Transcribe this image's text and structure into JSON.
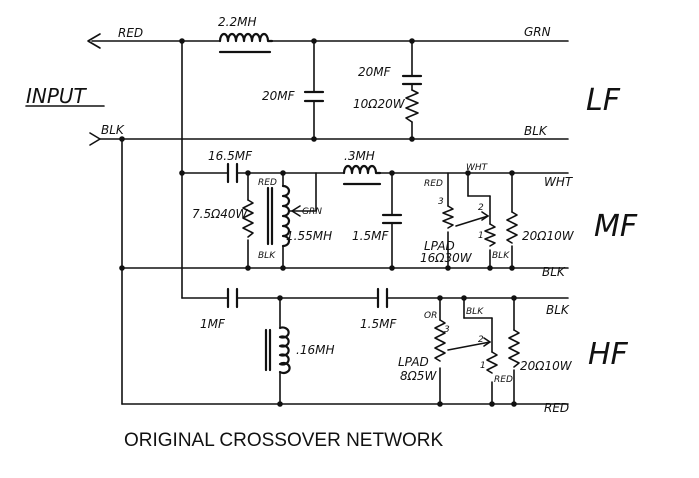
{
  "labels": {
    "input": "INPUT",
    "red_in": "RED",
    "blk_in": "BLK",
    "lf": "LF",
    "mf": "MF",
    "hf": "HF",
    "grn_out": "GRN",
    "blk_lf_out": "BLK",
    "wht_out": "WHT",
    "blk_mf_out": "BLK",
    "blk_hf_top": "BLK",
    "red_hf_out": "RED"
  },
  "components": {
    "l_lf": "2.2MH",
    "c_lf_shunt": "20MF",
    "c_lf_zobel": "20MF",
    "r_lf_zobel": "10Ω20W",
    "c_mf_series": "16.5MF",
    "r_mf_shunt": "7.5Ω40W",
    "l_mf_shunt": "1.55MH",
    "l_mf_tap_red": "RED",
    "l_mf_tap_grn": "GRN",
    "l_mf_tap_blk": "BLK",
    "l_mf_series": ".3MH",
    "c_mf_shunt2": "1.5MF",
    "lpad_mf_red": "RED",
    "lpad_mf_wht": "WHT",
    "lpad_mf_blk": "BLK",
    "lpad_mf_n3": "3",
    "lpad_mf_n2": "2",
    "lpad_mf_n1": "1",
    "lpad_mf_name": "LPAD",
    "lpad_mf_value": "16Ω30W",
    "r_mf_out": "20Ω10W",
    "c_hf_1": "1MF",
    "l_hf": ".16MH",
    "c_hf_2": "1.5MF",
    "lpad_hf_or": "OR",
    "lpad_hf_blk": "BLK",
    "lpad_hf_n3": "3",
    "lpad_hf_n2": "2",
    "lpad_hf_n1": "1",
    "lpad_hf_red": "RED",
    "lpad_hf_name": "LPAD",
    "lpad_hf_value": "8Ω5W",
    "r_hf_out": "20Ω10W"
  },
  "caption": "ORIGINAL CROSSOVER NETWORK"
}
